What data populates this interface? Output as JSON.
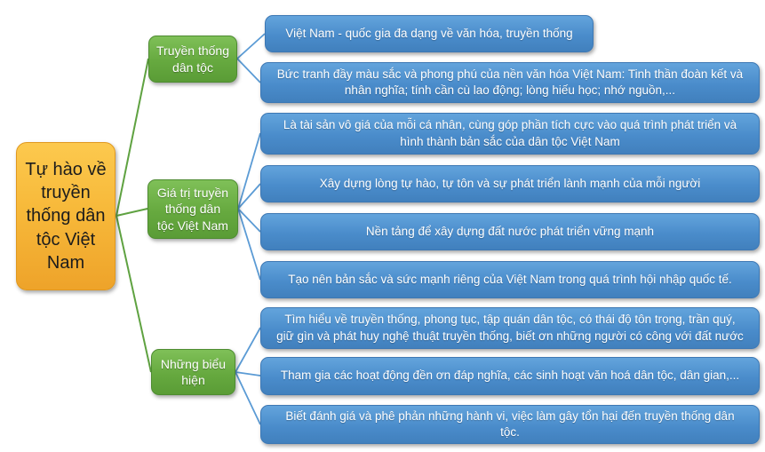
{
  "root": {
    "label": "Tự hào về truyền thống dân tộc Việt Nam"
  },
  "branches": [
    {
      "label": "Truyền thống dân tộc",
      "leaves": [
        "Việt Nam - quốc gia đa dạng về văn hóa, truyền thống",
        "Bức tranh đầy màu sắc và phong phú của nền văn hóa Việt Nam: Tinh thần đoàn kết và nhân nghĩa; tính cần cù lao động; lòng hiếu học; nhớ nguồn,..."
      ]
    },
    {
      "label": "Giá trị truyền thống dân tộc Việt Nam",
      "leaves": [
        "Là tài sản vô giá của mỗi cá nhân, cùng góp phần tích cực vào quá trình phát triển và hình thành bản sắc của dân tộc Việt Nam",
        "Xây dựng lòng tự hào, tự tôn và sự phát triển lành mạnh của mỗi người",
        "Nền tảng để xây dựng đất nước phát triển vững mạnh",
        "Tạo nên bản sắc và sức mạnh riêng của Việt Nam trong quá trình hội nhập quốc tế."
      ]
    },
    {
      "label": "Những biểu hiện",
      "leaves": [
        "Tìm hiểu về truyền thống, phong tục, tập quán dân tộc, có thái độ tôn trọng, trần quý, giữ gìn và phát huy nghệ thuật truyền thống, biết ơn những người có công với đất nước",
        "Tham gia các hoạt động đền ơn đáp nghĩa, các sinh hoạt văn hoá dân tộc, dân gian,...",
        "Biết đánh giá và phê phản những hành vi, việc làm gây tổn hại đến truyền thống dân tộc."
      ]
    }
  ],
  "colors": {
    "root_fill": "#f7b93a",
    "branch_fill": "#66a93f",
    "leaf_fill": "#4a8ccb",
    "connector_green": "#5fa241",
    "connector_blue": "#5b9bd5",
    "root_text": "#1c1c1c",
    "node_text": "#ffffff"
  }
}
